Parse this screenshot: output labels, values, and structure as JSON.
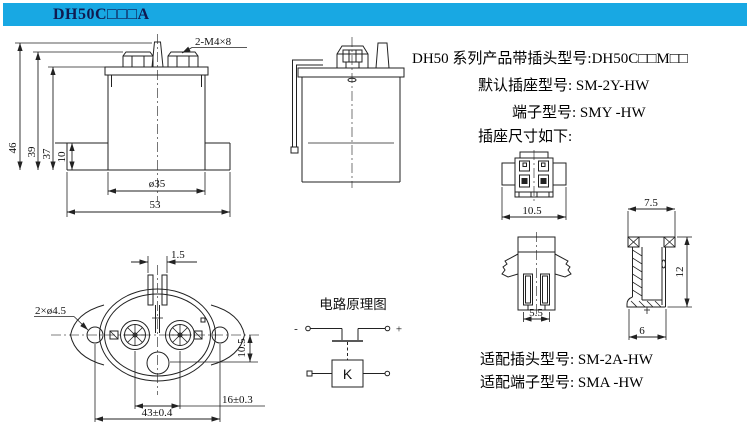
{
  "banner": {
    "title": "DH50C□□□A",
    "bg": "#18A8E3",
    "fg": "#101A50"
  },
  "notes": {
    "series": "DH50 系列产品带插头型号:DH50C□□M□□",
    "default_socket": "默认插座型号: SM-2Y-HW",
    "terminal": "端子型号: SMY -HW",
    "socket_size_heading": "插座尺寸如下:",
    "matching_plug": "适配插头型号: SM-2A-HW",
    "matching_terminal": "适配端子型号: SMA -HW"
  },
  "front_view": {
    "stud_label": "2-M4×8",
    "height_total": "46",
    "height_stud": "39",
    "height_cover": "37",
    "flange_height": "10",
    "body_diameter": "ø35",
    "flange_width": "53"
  },
  "bottom_view": {
    "blade_thickness": "1.5",
    "mount_holes": "2×ø4.5",
    "center_offset": "10.5",
    "stud_pitch": "16±0.3",
    "hole_pitch": "43±0.4"
  },
  "circuit": {
    "title": "电路原理图",
    "minus": "-",
    "plus": "+",
    "coil": "K"
  },
  "socket_view": {
    "width": "10.5"
  },
  "plug_view": {
    "width": "5.5"
  },
  "section_view": {
    "width_top": "7.5",
    "height": "12",
    "width_bottom": "6"
  }
}
